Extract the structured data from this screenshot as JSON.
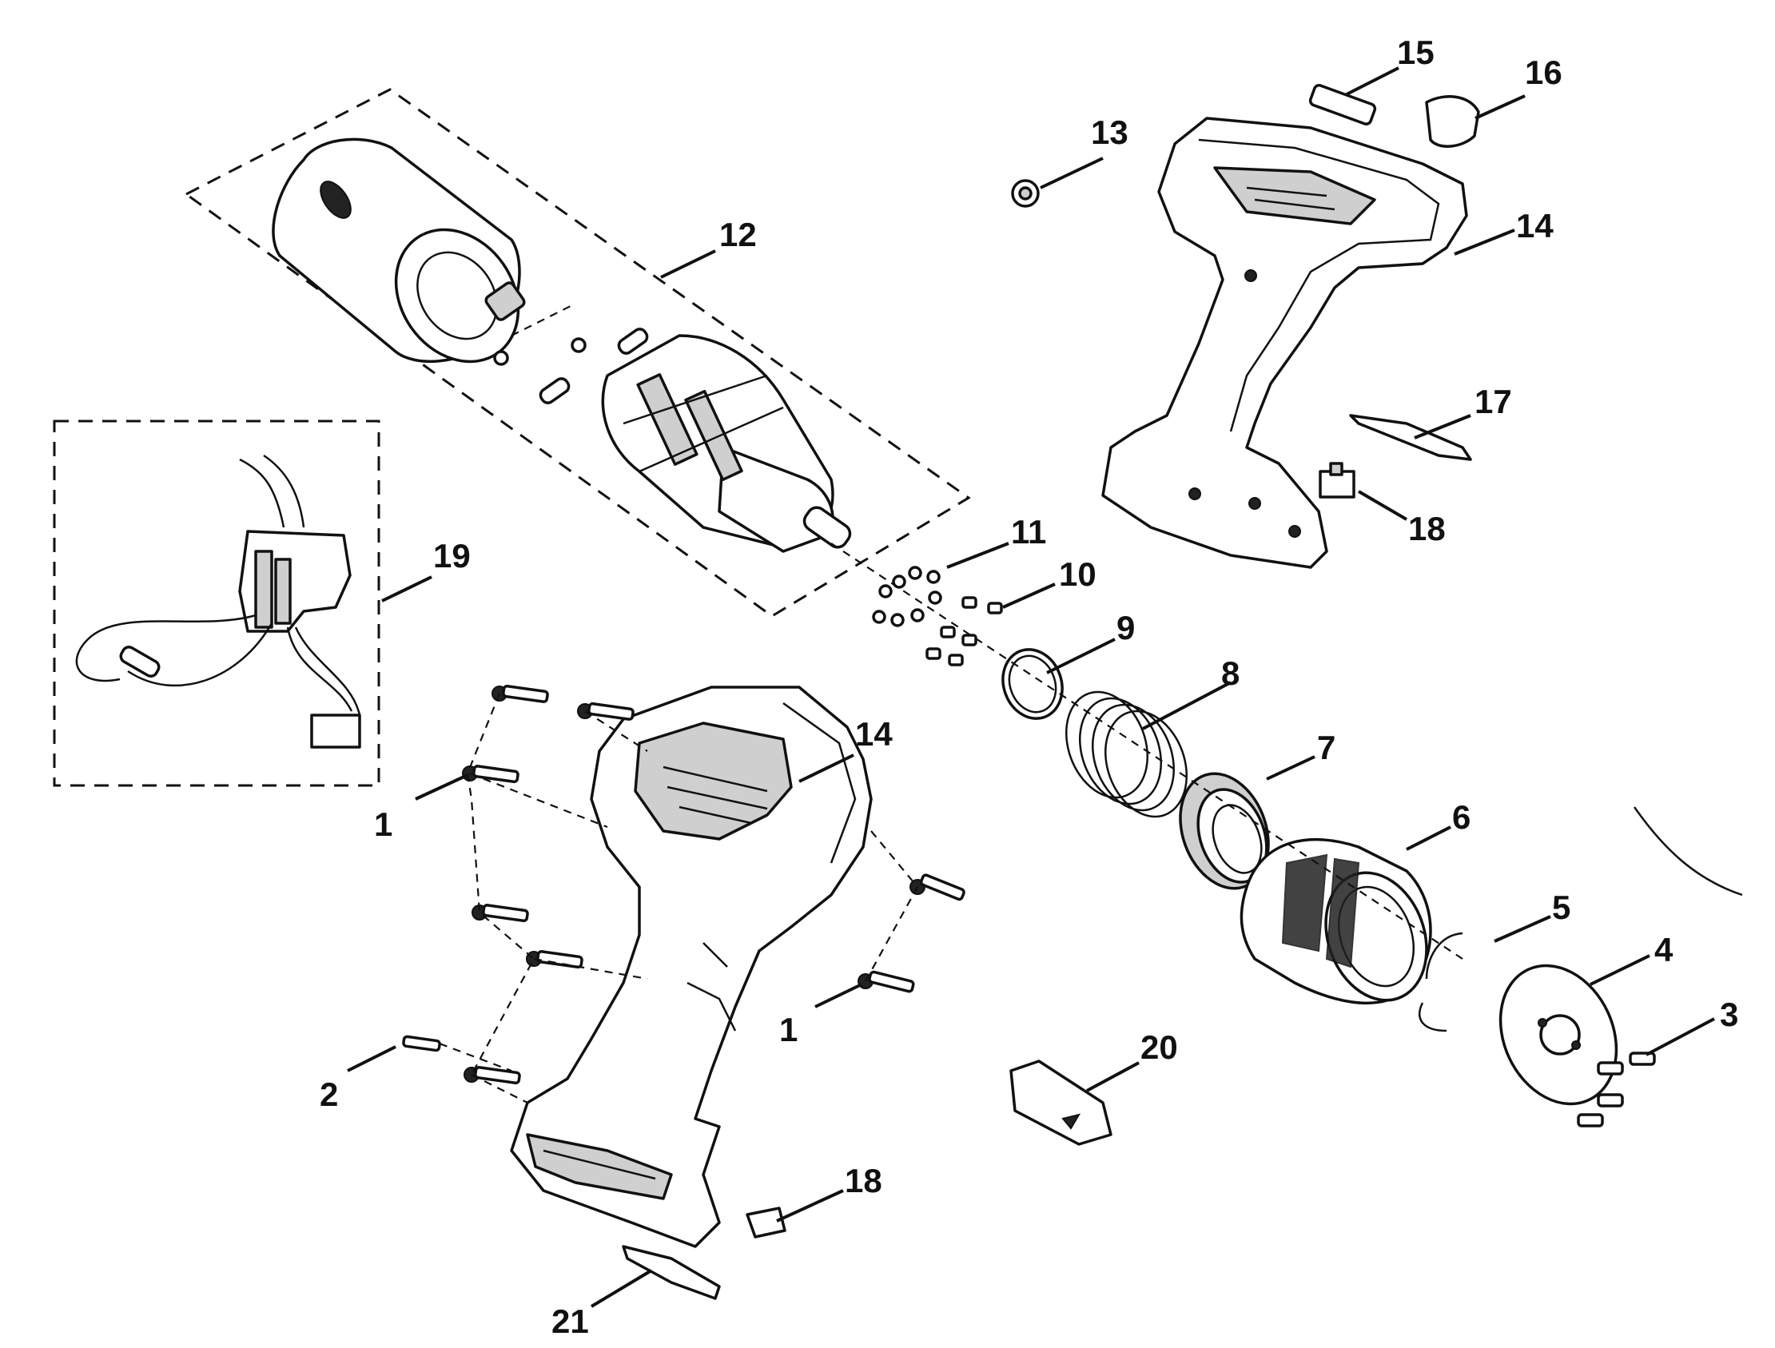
{
  "callouts": [
    {
      "id": "callout-1a",
      "label": "1"
    },
    {
      "id": "callout-1b",
      "label": "1"
    },
    {
      "id": "callout-2",
      "label": "2"
    },
    {
      "id": "callout-3",
      "label": "3"
    },
    {
      "id": "callout-4",
      "label": "4"
    },
    {
      "id": "callout-5",
      "label": "5"
    },
    {
      "id": "callout-6",
      "label": "6"
    },
    {
      "id": "callout-7",
      "label": "7"
    },
    {
      "id": "callout-8",
      "label": "8"
    },
    {
      "id": "callout-9",
      "label": "9"
    },
    {
      "id": "callout-10",
      "label": "10"
    },
    {
      "id": "callout-11",
      "label": "11"
    },
    {
      "id": "callout-12",
      "label": "12"
    },
    {
      "id": "callout-13",
      "label": "13"
    },
    {
      "id": "callout-14a",
      "label": "14"
    },
    {
      "id": "callout-14b",
      "label": "14"
    },
    {
      "id": "callout-15",
      "label": "15"
    },
    {
      "id": "callout-16",
      "label": "16"
    },
    {
      "id": "callout-17",
      "label": "17"
    },
    {
      "id": "callout-18a",
      "label": "18"
    },
    {
      "id": "callout-18b",
      "label": "18"
    },
    {
      "id": "callout-19",
      "label": "19"
    },
    {
      "id": "callout-20",
      "label": "20"
    },
    {
      "id": "callout-21",
      "label": "21"
    }
  ]
}
